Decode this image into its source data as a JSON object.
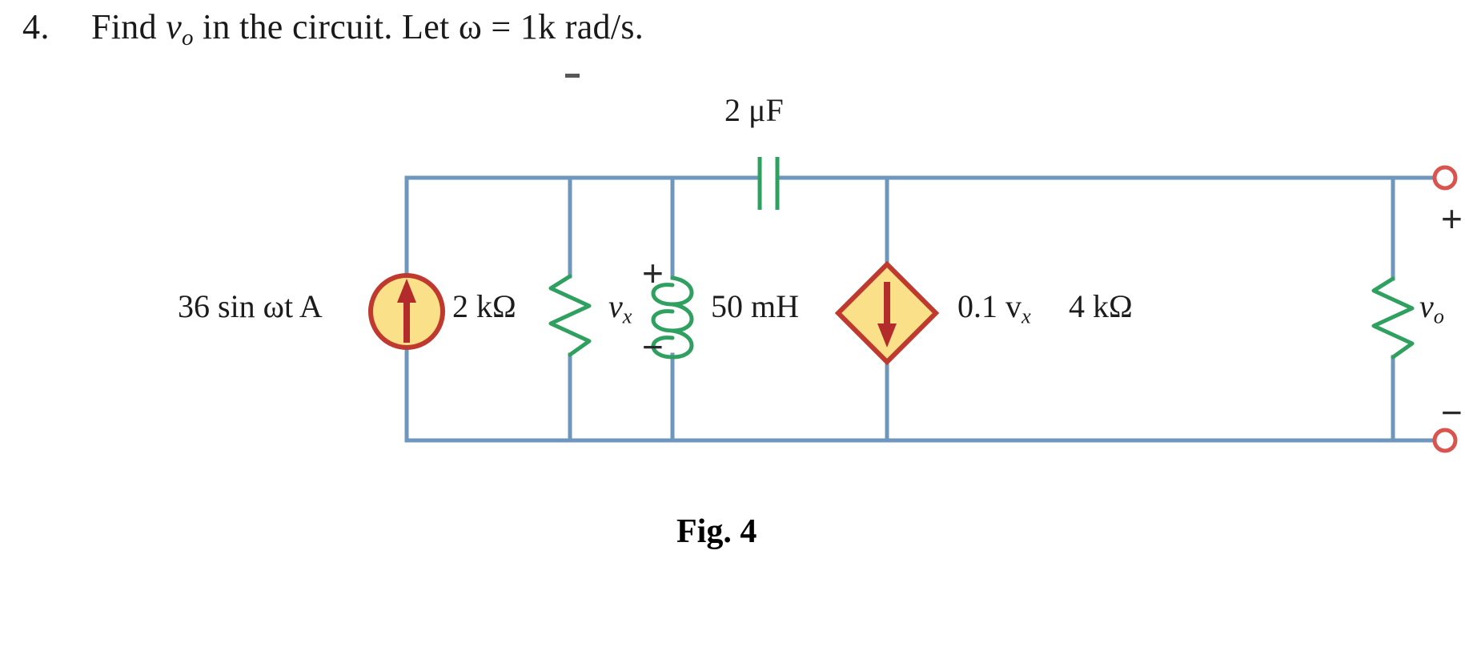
{
  "question": {
    "number": "4.",
    "prefix": "Find ",
    "variable": "v",
    "variable_sub": "o",
    "middle": " in the circuit. Let ",
    "omega": "ω",
    "equals": " = 1k rad/s."
  },
  "figure": {
    "caption": "Fig. 4"
  },
  "circuit": {
    "source": {
      "label": "36 sin ωt A",
      "type": "independent-current-source",
      "arrow_direction": "up"
    },
    "resistor_1": {
      "label": "2 kΩ",
      "value": "2 kΩ"
    },
    "inductor": {
      "label": "50 mH",
      "value": "50 mH",
      "voltage_label": "v",
      "voltage_label_sub": "x",
      "polarity_plus": "+",
      "polarity_minus": "−"
    },
    "capacitor": {
      "label": "2 μF",
      "value": "2 μF"
    },
    "dependent_source": {
      "label": "0.1 v",
      "label_sub": "x",
      "type": "dependent-current-source",
      "arrow_direction": "down"
    },
    "resistor_2": {
      "label": "4 kΩ",
      "value": "4 kΩ"
    },
    "output": {
      "label": "v",
      "label_sub": "o",
      "terminal_plus": "+",
      "terminal_minus": "−"
    }
  },
  "colors": {
    "wire": "#6f96bd",
    "component_green": "#2fa05f",
    "source_fill": "#fbe08a",
    "source_stroke": "#c0392f",
    "arrow": "#b32b2b",
    "terminal": "#d9534f",
    "text": "#1c1c1c"
  }
}
